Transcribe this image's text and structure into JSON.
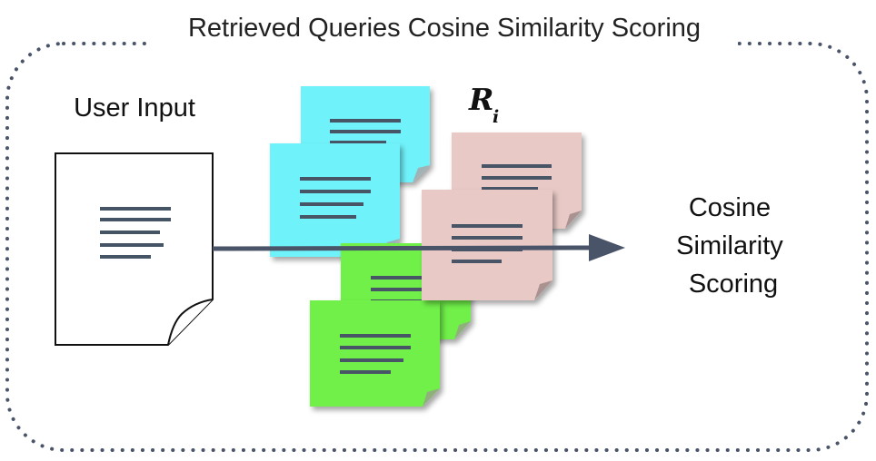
{
  "diagram": {
    "title": "Retrieved Queries Cosine Similarity Scoring",
    "user_input_label": "User Input",
    "retrieved_set_symbol": "R",
    "retrieved_set_subscript": "i",
    "output_label_lines": [
      "Cosine",
      "Similarity",
      "Scoring"
    ],
    "colors": {
      "border": "#4a5468",
      "text_lines": "#465566",
      "arrow": "#4a5468",
      "cyan_note": "#6ff2fa",
      "pink_note": "#e8c9c6",
      "green_note": "#6ff04a"
    }
  }
}
